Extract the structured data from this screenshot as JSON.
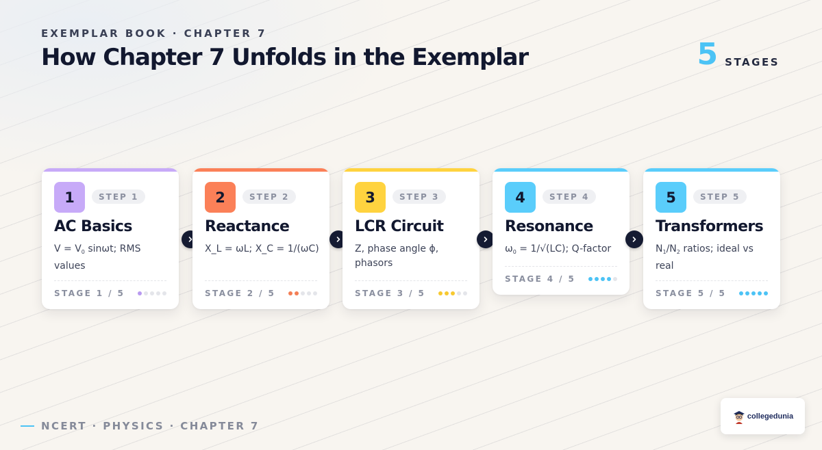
{
  "header": {
    "eyebrow": "EXEMPLAR BOOK · CHAPTER 7",
    "title": "How Chapter 7 Unfolds in the Exemplar",
    "stage_count": "5",
    "stage_count_label": "STAGES"
  },
  "steps": [
    {
      "number": "1",
      "step_label": "STEP 1",
      "title": "AC Basics",
      "desc_parts": [
        "V = V",
        "0",
        " sinωt; RMS values"
      ],
      "stage_label": "STAGE 1 / 5",
      "progress_filled": 1,
      "progress_total": 5,
      "accent": "#c7aaf8",
      "bar_color": "#c7aaf8",
      "dot_color": "#b89af0"
    },
    {
      "number": "2",
      "step_label": "STEP 2",
      "title": "Reactance",
      "desc": "X_L = ωL; X_C = 1/(ωC)",
      "stage_label": "STAGE 2 / 5",
      "progress_filled": 2,
      "progress_total": 5,
      "accent": "#fb8058",
      "bar_color": "#fb8058",
      "dot_color": "#f37e55"
    },
    {
      "number": "3",
      "step_label": "STEP 3",
      "title": "LCR Circuit",
      "desc": "Z, phase angle ϕ, phasors",
      "stage_label": "STAGE 3 / 5",
      "progress_filled": 3,
      "progress_total": 5,
      "accent": "#ffd33f",
      "bar_color": "#ffd33f",
      "dot_color": "#f7c931"
    },
    {
      "number": "4",
      "step_label": "STEP 4",
      "title": "Resonance",
      "desc_parts": [
        "ω",
        "0",
        " = 1/√(LC); Q-factor"
      ],
      "stage_label": "STAGE 4 / 5",
      "progress_filled": 4,
      "progress_total": 5,
      "accent": "#5acdfb",
      "bar_color": "#5acdfb",
      "dot_color": "#4cc3f5"
    },
    {
      "number": "5",
      "step_label": "STEP 5",
      "title": "Transformers",
      "desc_parts": [
        "N",
        "1",
        "/N",
        "2",
        " ratios; ideal vs real"
      ],
      "stage_label": "STAGE 5 / 5",
      "progress_filled": 5,
      "progress_total": 5,
      "accent": "#5acdfb",
      "bar_color": "#5acdfb",
      "dot_color": "#4cc3f5"
    }
  ],
  "footer": {
    "text": "NCERT · PHYSICS · CHAPTER 7"
  },
  "logo": {
    "text": "collegedunia"
  }
}
